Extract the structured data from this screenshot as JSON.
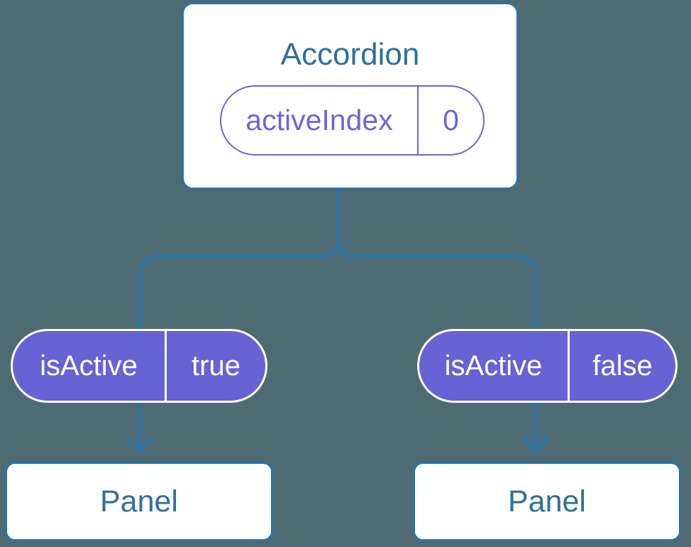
{
  "colors": {
    "background": "#4e6a73",
    "line": "#2b73a3",
    "blue_text": "#2f6f9c",
    "purple_fill": "#6663d4",
    "purple_accent": "#6c66dd"
  },
  "diagram": {
    "root": {
      "title": "Accordion",
      "state": {
        "name": "activeIndex",
        "value": "0"
      }
    },
    "children": [
      {
        "prop": {
          "name": "isActive",
          "value": "true"
        },
        "node": "Panel"
      },
      {
        "prop": {
          "name": "isActive",
          "value": "false"
        },
        "node": "Panel"
      }
    ]
  }
}
